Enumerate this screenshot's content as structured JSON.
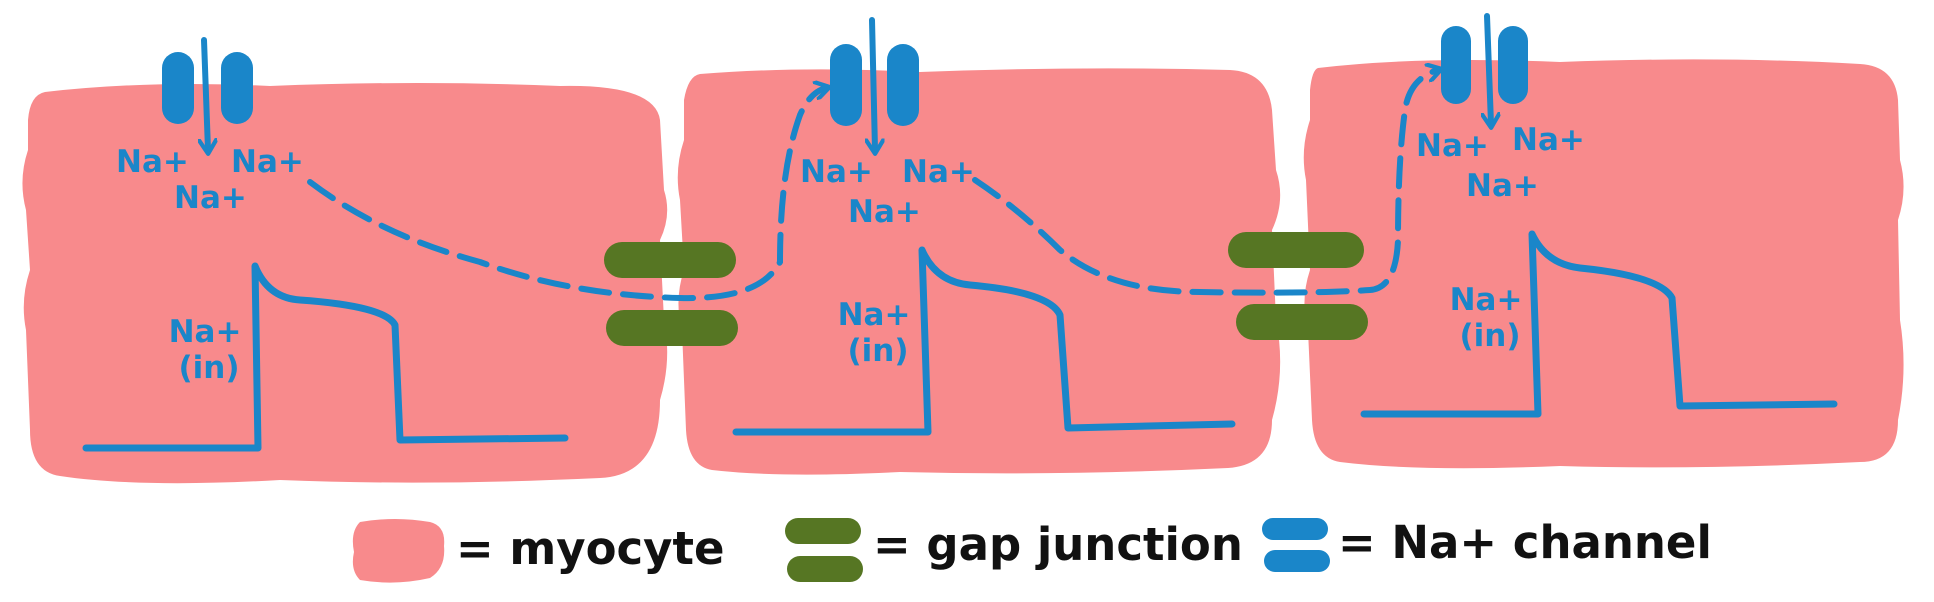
{
  "colors": {
    "myocyte": "#f88a8c",
    "gap_junction": "#567623",
    "na_channel": "#1a86c9",
    "legend_text": "#111111"
  },
  "cells": [
    {
      "ion_labels": [
        "Na+",
        "Na+",
        "Na+"
      ],
      "trace_label": [
        "Na+",
        "(in)"
      ]
    },
    {
      "ion_labels": [
        "Na+",
        "Na+",
        "Na+"
      ],
      "trace_label": [
        "Na+",
        "(in)"
      ]
    },
    {
      "ion_labels": [
        "Na+",
        "Na+",
        "Na+"
      ],
      "trace_label": [
        "Na+",
        "(in)"
      ]
    }
  ],
  "legend": {
    "myocyte": "= myocyte",
    "gap_junction": "= gap junction",
    "na_channel": "= Na+ channel"
  }
}
